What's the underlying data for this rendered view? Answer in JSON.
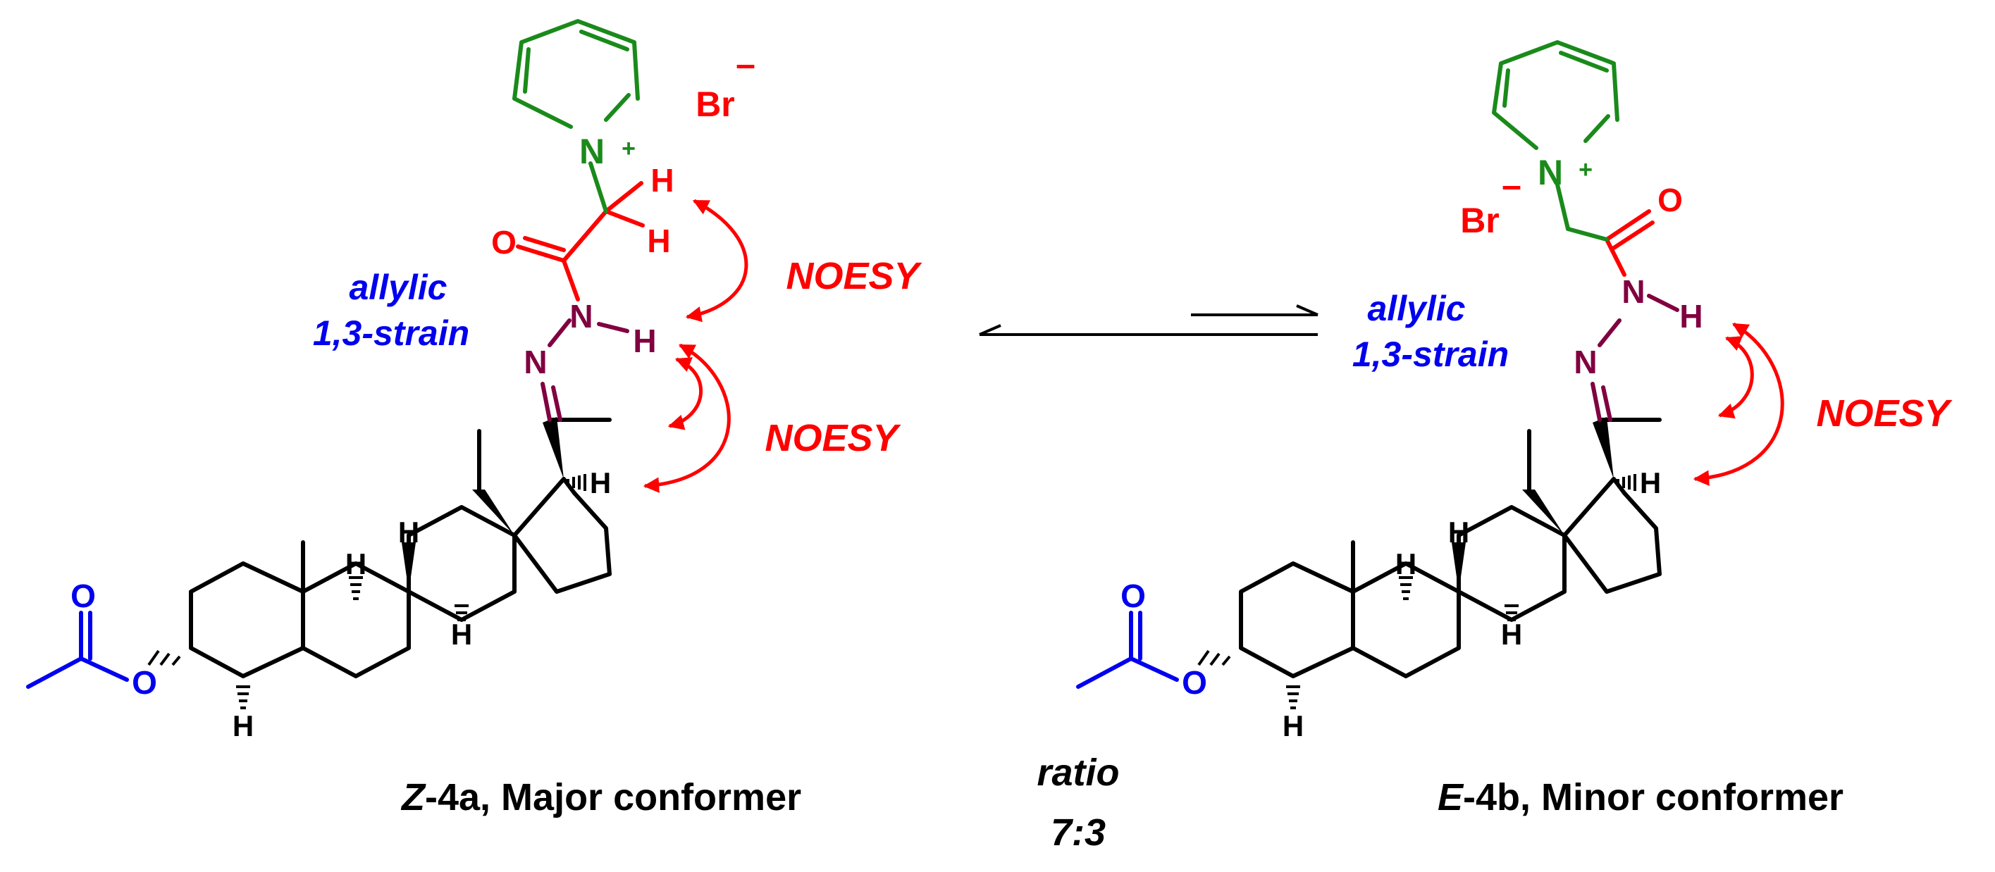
{
  "colors": {
    "carbon": "#000000",
    "pyridinium": "#1a8a1a",
    "acyl": "#ff0000",
    "acetate": "#0000ee",
    "hydrazone": "#800040",
    "annotation_red": "#ff0000",
    "annotation_blue": "#0000ee"
  },
  "atoms": {
    "N": "N",
    "H": "H",
    "O": "O",
    "Br": "Br",
    "plus": "+",
    "minus": "–"
  },
  "left_structure": {
    "strain_line1": "allylic",
    "strain_line2": "1,3-strain",
    "noesy_upper": "NOESY",
    "noesy_lower": "NOESY",
    "caption_stereo": "Z",
    "caption_rest": "-4a, Major conformer"
  },
  "right_structure": {
    "strain_line1": "allylic",
    "strain_line2": "1,3-strain",
    "noesy": "NOESY",
    "caption_stereo": "E",
    "caption_rest": "-4b, Minor conformer"
  },
  "equilibrium": {
    "ratio_label": "ratio",
    "ratio_value": "7:3"
  }
}
